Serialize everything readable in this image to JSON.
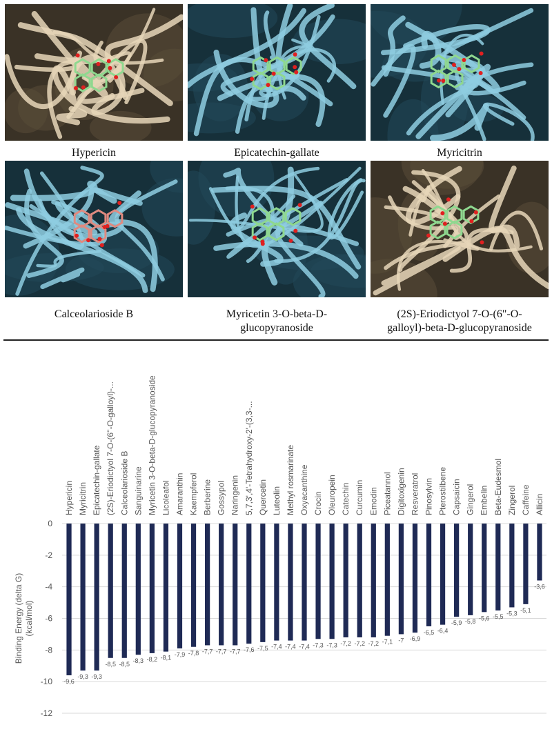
{
  "panels": [
    {
      "caption": "Hypericin",
      "theme": "tan",
      "ligand": "#8fd88f"
    },
    {
      "caption": "Epicatechin-gallate",
      "theme": "blue",
      "ligand": "#8fd88f"
    },
    {
      "caption": "Myricitrin",
      "theme": "blue",
      "ligand": "#8fd88f"
    },
    {
      "caption": "Calceolarioside B",
      "theme": "blue",
      "ligand": "#e08a80"
    },
    {
      "caption": "Myricetin 3-O-beta-D-glucopyranoside",
      "caption_lines": [
        "Myricetin 3-O-beta-D-",
        "glucopyranoside"
      ],
      "theme": "blue",
      "ligand": "#8fd88f"
    },
    {
      "caption": "(2S)-Eriodictyol 7-O-(6\"-O-galloyl)-beta-D-glucopyranoside",
      "caption_lines": [
        "(2S)-Eriodictyol 7-O-(6\"-O-",
        "galloyl)-beta-D-glucopyranoside"
      ],
      "theme": "tan",
      "ligand": "#8fd88f"
    }
  ],
  "colors": {
    "bar": "#1f2a55",
    "grid": "#d9d9d9",
    "tan_bg": "#3a3226",
    "tan_ribbon": "#e6d6b8",
    "blue_bg": "#16303a",
    "blue_ribbon": "#8ecde0"
  },
  "chart_data": {
    "type": "bar",
    "ylabel": "Binding Energy (delta G)\n(kcal/mol)",
    "ylim": [
      -12,
      0
    ],
    "yticks": [
      0,
      -2,
      -4,
      -6,
      -8,
      -10,
      -12
    ],
    "grid": true,
    "categories": [
      "Hypericin",
      "Myricitrin",
      "Epicatechin-gallate",
      "(2S)-Eriodictyol 7-O-(6''-O-galloyl)-...",
      "Calceolarioside B",
      "Sanguinarine",
      "Myricetin 3-O-beta-D-glucopyranoside",
      "Licoleafol",
      "Amaranthin",
      "Kaempferol",
      "Berberine",
      "Gossypol",
      "Naringenin",
      "5,7,3',4'-Tetrahydroxy-2'-(3,3-...",
      "Quercetin",
      "Luteolin",
      "Methyl rosmarinate",
      "Oxyacanthine",
      "Crocin",
      "Oleuropein",
      "Catechin",
      "Curcumin",
      "Emodin",
      "Piceatannol",
      "Digitoxigenin",
      "Resveratrol",
      "Pinosylvin",
      "Pterostilbene",
      "Capsaicin",
      "Gingerol",
      "Embelin",
      "Beta-Eudesmol",
      "Zingerol",
      "Caffeine",
      "Allicin"
    ],
    "values": [
      -9.6,
      -9.3,
      -9.3,
      -8.5,
      -8.5,
      -8.3,
      -8.2,
      -8.1,
      -7.9,
      -7.8,
      -7.7,
      -7.7,
      -7.7,
      -7.6,
      -7.5,
      -7.4,
      -7.4,
      -7.4,
      -7.3,
      -7.3,
      -7.2,
      -7.2,
      -7.2,
      -7.1,
      -7,
      -6.9,
      -6.5,
      -6.4,
      -5.9,
      -5.8,
      -5.6,
      -5.5,
      -5.3,
      -5.1,
      -3.6
    ],
    "data_labels": [
      "-9,6",
      "-9,3",
      "-9,3",
      "-8,5",
      "-8,5",
      "-8,3",
      "-8,2",
      "-8,1",
      "-7,9",
      "-7,8",
      "-7,7",
      "-7,7",
      "-7,7",
      "-7,6",
      "-7,5",
      "-7,4",
      "-7,4",
      "-7,4",
      "-7,3",
      "-7,3",
      "-7,2",
      "-7,2",
      "-7,2",
      "-7,1",
      "-7",
      "-6,9",
      "-6,5",
      "-6,4",
      "-5,9",
      "-5,8",
      "-5,6",
      "-5,5",
      "-5,3",
      "-5,1",
      "-3,6"
    ]
  }
}
